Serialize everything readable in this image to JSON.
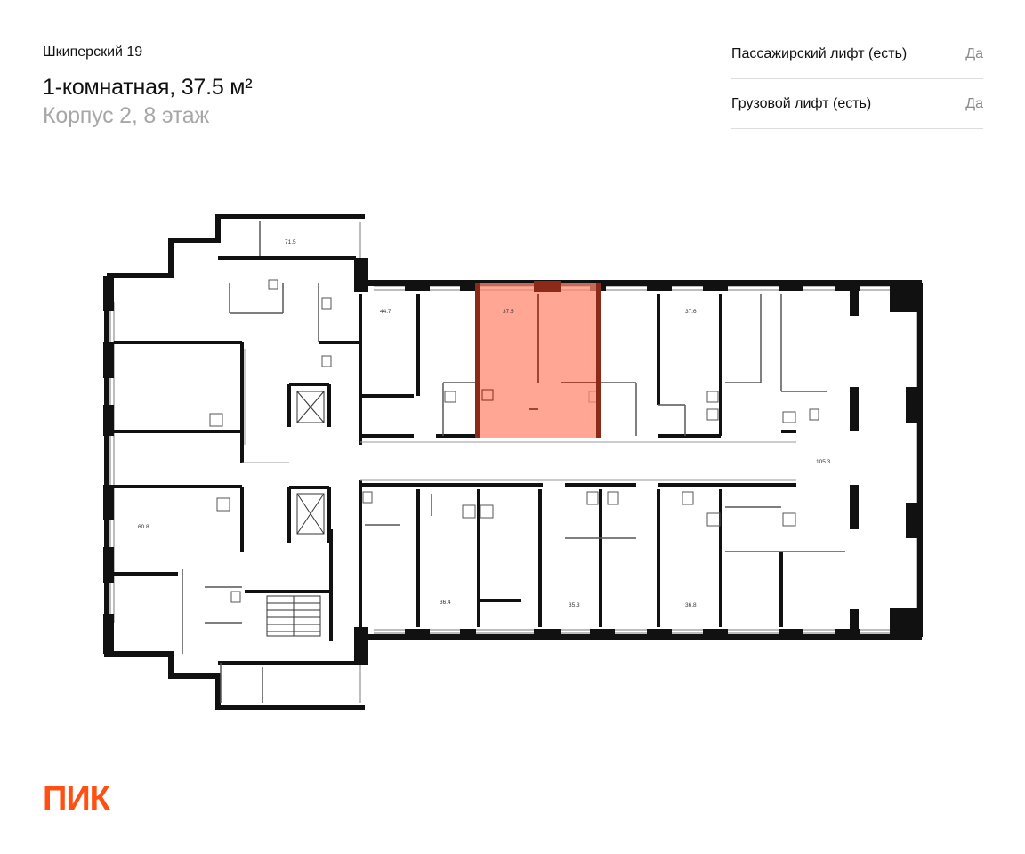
{
  "header": {
    "project": "Шкиперский 19",
    "apartment_title": "1-комнатная, 37.5 м²",
    "building_floor": "Корпус 2, 8 этаж"
  },
  "features": [
    {
      "name": "Пассажирский лифт (есть)",
      "value": "Да"
    },
    {
      "name": "Грузовой лифт (есть)",
      "value": "Да"
    }
  ],
  "plan": {
    "highlight_color": "#ff8a70",
    "highlight_border": "#8b2a18",
    "labels": {
      "a715": "71.5",
      "a447": "44.7",
      "a375": "37.5",
      "a376": "37.6",
      "a1053": "105.3",
      "a608": "60.8",
      "a364": "36.4",
      "a353": "35.3",
      "a368": "36.8"
    }
  },
  "logo": {
    "text": "ПИК",
    "color": "#ff4f12"
  }
}
